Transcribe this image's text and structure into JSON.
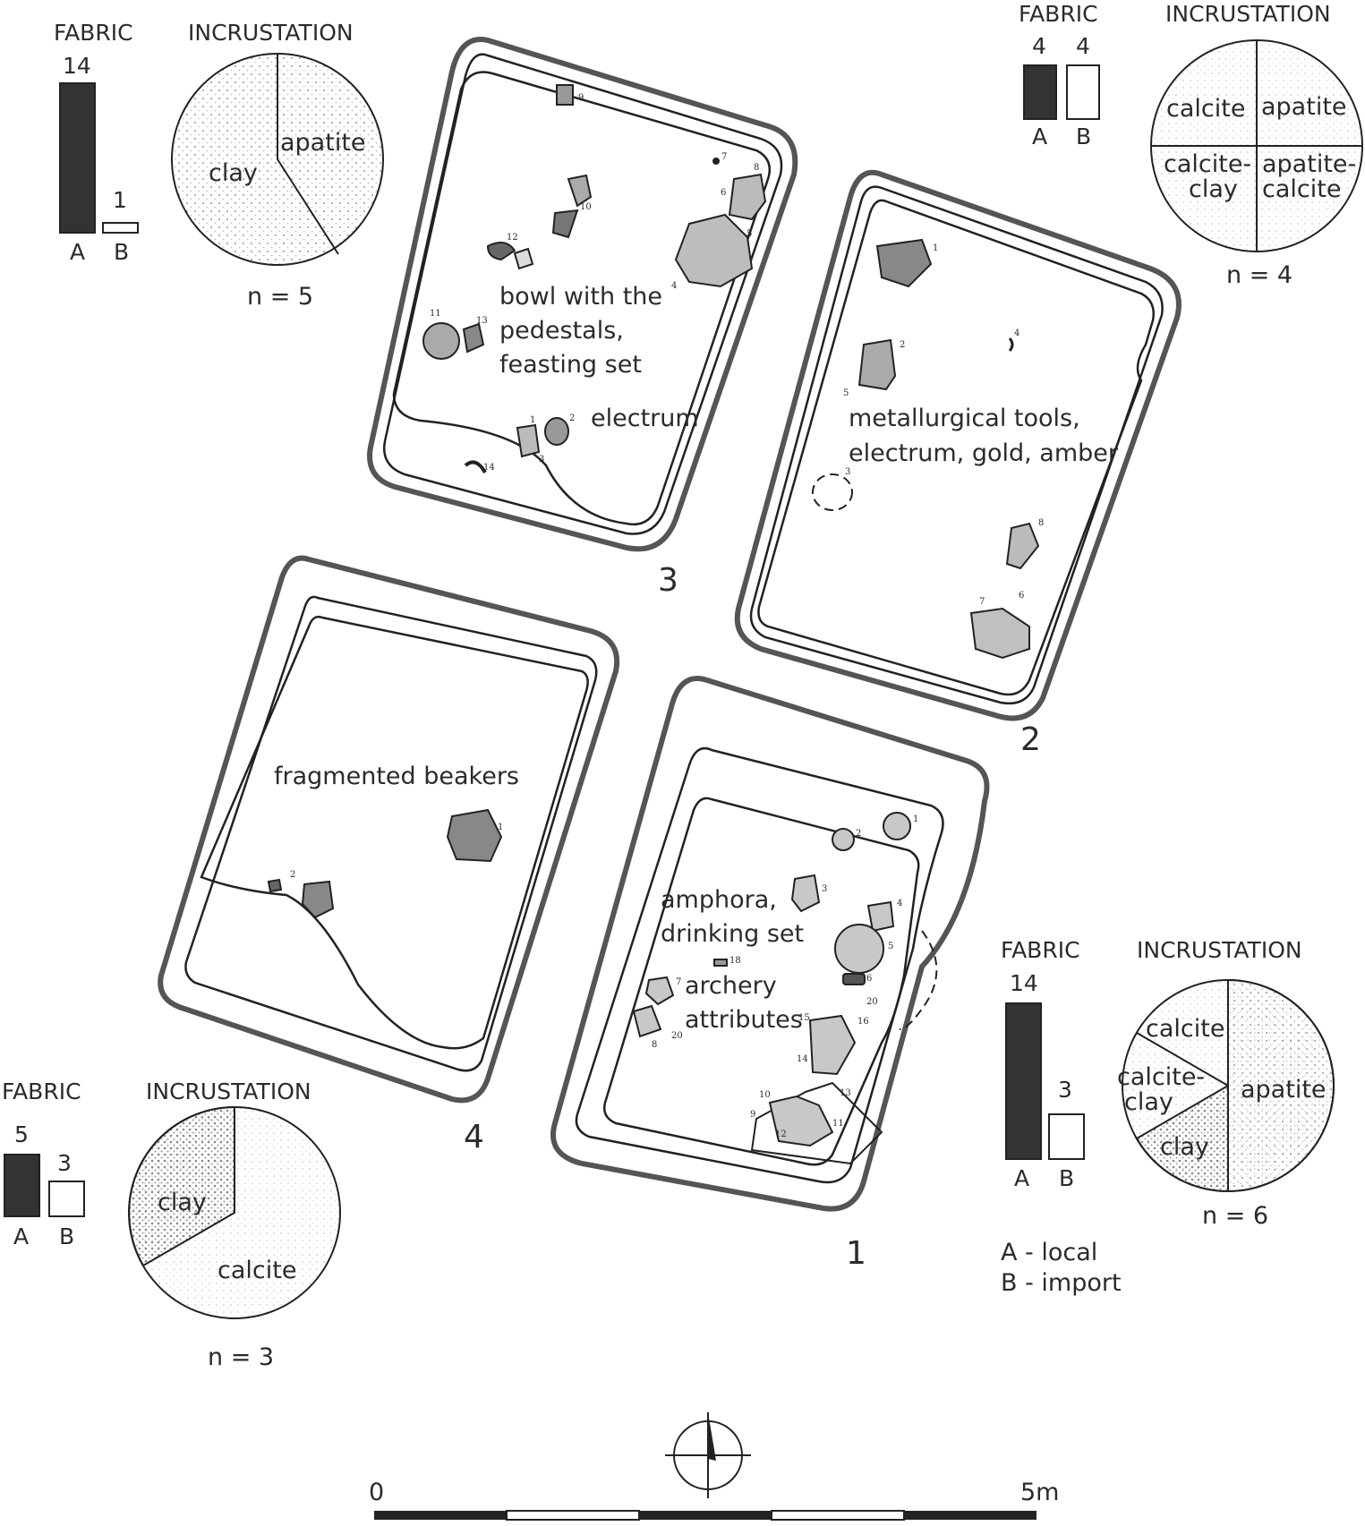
{
  "graves": [
    {
      "number": "3",
      "annotations": [
        "bowl with the",
        "pedestals,",
        "feasting set",
        "electrum"
      ],
      "find_numbers": [
        "1",
        "2",
        "3",
        "4",
        "5",
        "6",
        "7",
        "8",
        "9",
        "10",
        "11",
        "12",
        "13",
        "14"
      ]
    },
    {
      "number": "2",
      "annotations": [
        "metallurgical tools,",
        "electrum, gold, amber"
      ],
      "find_numbers": [
        "1",
        "2",
        "3",
        "4",
        "5",
        "6",
        "7",
        "8"
      ]
    },
    {
      "number": "4",
      "annotations": [
        "fragmented beakers"
      ],
      "find_numbers": [
        "1",
        "2"
      ]
    },
    {
      "number": "1",
      "annotations": [
        "amphora,",
        "drinking set",
        "archery",
        "attributes"
      ],
      "find_numbers": [
        "1",
        "2",
        "3",
        "4",
        "5",
        "6",
        "7",
        "8",
        "9",
        "10",
        "11",
        "12",
        "13",
        "14",
        "15",
        "16",
        "18",
        "20",
        "20"
      ]
    }
  ],
  "panels": [
    {
      "grave": "3",
      "fabric_title": "FABRIC",
      "incrustation_title": "INCRUSTATION",
      "fabric": {
        "A": 14,
        "B": 1,
        "label_A": "A",
        "label_B": "B"
      },
      "incrustation": [
        {
          "name": "clay",
          "share": 0.6
        },
        {
          "name": "apatite",
          "share": 0.4
        }
      ],
      "n_label": "n = 5"
    },
    {
      "grave": "2",
      "fabric_title": "FABRIC",
      "incrustation_title": "INCRUSTATION",
      "fabric": {
        "A": 4,
        "B": 4,
        "label_A": "A",
        "label_B": "B"
      },
      "incrustation": [
        {
          "name": "calcite",
          "share": 0.25
        },
        {
          "name": "apatite",
          "share": 0.25
        },
        {
          "name": "apatite-calcite",
          "share": 0.25
        },
        {
          "name": "calcite-clay",
          "share": 0.25
        }
      ],
      "n_label": "n = 4"
    },
    {
      "grave": "4",
      "fabric_title": "FABRIC",
      "incrustation_title": "INCRUSTATION",
      "fabric": {
        "A": 5,
        "B": 3,
        "label_A": "A",
        "label_B": "B"
      },
      "incrustation": [
        {
          "name": "clay",
          "share": 0.333
        },
        {
          "name": "calcite",
          "share": 0.667
        }
      ],
      "n_label": "n = 3"
    },
    {
      "grave": "1",
      "fabric_title": "FABRIC",
      "incrustation_title": "INCRUSTATION",
      "fabric": {
        "A": 14,
        "B": 3,
        "label_A": "A",
        "label_B": "B"
      },
      "incrustation": [
        {
          "name": "apatite",
          "share": 0.5
        },
        {
          "name": "clay",
          "share": 0.1667
        },
        {
          "name": "calcite-clay",
          "share": 0.1667
        },
        {
          "name": "calcite",
          "share": 0.1667
        }
      ],
      "n_label": "n = 6"
    }
  ],
  "legend": {
    "a": "A - local",
    "b": "B - import"
  },
  "scale": {
    "start": "0",
    "end": "5m"
  },
  "colors": {
    "ink": "#2b2b2b",
    "outline": "#555555",
    "local_fill": "#333333",
    "import_fill": "#ffffff",
    "find_fill": "#c8c8c8"
  }
}
